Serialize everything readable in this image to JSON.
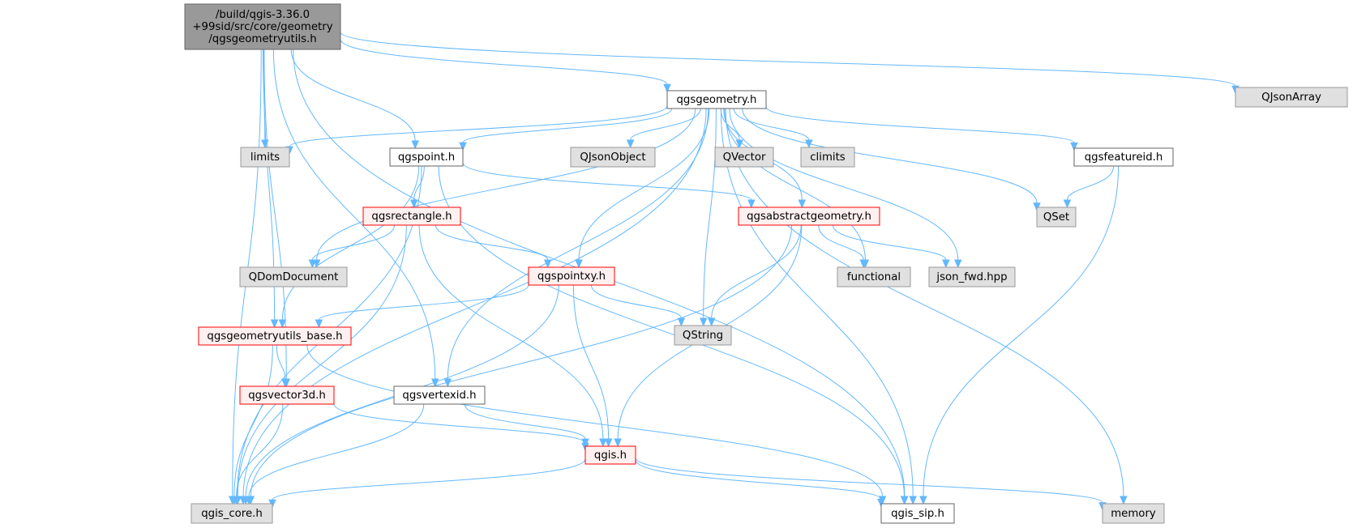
{
  "colors": {
    "edge": "#63b8ff",
    "root_fill": "#999999",
    "root_border": "#666666",
    "plain_fill": "#ffffff",
    "plain_border": "#666666",
    "external_fill": "#e0e0e0",
    "external_border": "#999999",
    "incomplete_fill": "#fff0f0",
    "incomplete_border": "#ff0000"
  },
  "nodes": [
    {
      "id": "root",
      "kind": "root",
      "lines": [
        "/build/qgis-3.36.0",
        "+99sid/src/core/geometry",
        "/qgsgeometryutils.h"
      ]
    },
    {
      "id": "qgsgeometry",
      "kind": "plain",
      "lines": [
        "qgsgeometry.h"
      ]
    },
    {
      "id": "QJsonArray",
      "kind": "external",
      "lines": [
        "QJsonArray"
      ]
    },
    {
      "id": "limits",
      "kind": "external",
      "lines": [
        "limits"
      ]
    },
    {
      "id": "qgspoint",
      "kind": "plain",
      "lines": [
        "qgspoint.h"
      ]
    },
    {
      "id": "QJsonObject",
      "kind": "external",
      "lines": [
        "QJsonObject"
      ]
    },
    {
      "id": "QVector",
      "kind": "external",
      "lines": [
        "QVector"
      ]
    },
    {
      "id": "climits",
      "kind": "external",
      "lines": [
        "climits"
      ]
    },
    {
      "id": "qgsfeatureid",
      "kind": "plain",
      "lines": [
        "qgsfeatureid.h"
      ]
    },
    {
      "id": "QSet",
      "kind": "external",
      "lines": [
        "QSet"
      ]
    },
    {
      "id": "qgsrectangle",
      "kind": "incomplete",
      "lines": [
        "qgsrectangle.h"
      ]
    },
    {
      "id": "qgsabstractgeometry",
      "kind": "incomplete",
      "lines": [
        "qgsabstractgeometry.h"
      ]
    },
    {
      "id": "QDomDocument",
      "kind": "external",
      "lines": [
        "QDomDocument"
      ]
    },
    {
      "id": "qgspointxy",
      "kind": "incomplete",
      "lines": [
        "qgspointxy.h"
      ]
    },
    {
      "id": "functional",
      "kind": "external",
      "lines": [
        "functional"
      ]
    },
    {
      "id": "json_fwd",
      "kind": "external",
      "lines": [
        "json_fwd.hpp"
      ]
    },
    {
      "id": "qgsgeometryutils_base",
      "kind": "incomplete",
      "lines": [
        "qgsgeometryutils_base.h"
      ]
    },
    {
      "id": "QString",
      "kind": "external",
      "lines": [
        "QString"
      ]
    },
    {
      "id": "qgsvector3d",
      "kind": "incomplete",
      "lines": [
        "qgsvector3d.h"
      ]
    },
    {
      "id": "qgsvertexid",
      "kind": "plain",
      "lines": [
        "qgsvertexid.h"
      ]
    },
    {
      "id": "qgis",
      "kind": "incomplete",
      "lines": [
        "qgis.h"
      ]
    },
    {
      "id": "qgis_core",
      "kind": "external",
      "lines": [
        "qgis_core.h"
      ]
    },
    {
      "id": "qgis_sip",
      "kind": "plain",
      "lines": [
        "qgis_sip.h"
      ]
    },
    {
      "id": "memory",
      "kind": "external",
      "lines": [
        "memory"
      ]
    }
  ],
  "edges": [
    [
      "root",
      "qgis_core"
    ],
    [
      "root",
      "qgsvector3d"
    ],
    [
      "root",
      "qgsgeometryutils_base"
    ],
    [
      "root",
      "qgsvertexid"
    ],
    [
      "root",
      "limits"
    ],
    [
      "root",
      "qgspoint"
    ],
    [
      "root",
      "qgsgeometry"
    ],
    [
      "root",
      "qgis_sip"
    ],
    [
      "root",
      "QJsonArray"
    ],
    [
      "qgsgeometry",
      "limits"
    ],
    [
      "qgsgeometry",
      "qgspoint"
    ],
    [
      "qgsgeometry",
      "QDomDocument"
    ],
    [
      "qgsgeometry",
      "qgis_core"
    ],
    [
      "qgsgeometry",
      "qgsvertexid"
    ],
    [
      "qgsgeometry",
      "qgspointxy"
    ],
    [
      "qgsgeometry",
      "QJsonObject"
    ],
    [
      "qgsgeometry",
      "QString"
    ],
    [
      "qgsgeometry",
      "QVector"
    ],
    [
      "qgsgeometry",
      "climits"
    ],
    [
      "qgsgeometry",
      "qgsabstractgeometry"
    ],
    [
      "qgsgeometry",
      "functional"
    ],
    [
      "qgsgeometry",
      "json_fwd"
    ],
    [
      "qgsgeometry",
      "qgis_sip"
    ],
    [
      "qgsgeometry",
      "QSet"
    ],
    [
      "qgsgeometry",
      "qgsfeatureid"
    ],
    [
      "qgsgeometry",
      "memory"
    ],
    [
      "qgspoint",
      "qgis_core"
    ],
    [
      "qgspoint",
      "qgsgeometryutils_base"
    ],
    [
      "qgspoint",
      "qgsrectangle"
    ],
    [
      "qgspoint",
      "qgsabstractgeometry"
    ],
    [
      "qgspoint",
      "qgis_sip"
    ],
    [
      "qgsfeatureid",
      "QSet"
    ],
    [
      "qgsfeatureid",
      "qgis_sip"
    ],
    [
      "qgsrectangle",
      "QDomDocument"
    ],
    [
      "qgsrectangle",
      "qgis_core"
    ],
    [
      "qgsrectangle",
      "qgspointxy"
    ],
    [
      "qgsrectangle",
      "qgis"
    ],
    [
      "qgsabstractgeometry",
      "QString"
    ],
    [
      "qgsabstractgeometry",
      "functional"
    ],
    [
      "qgsabstractgeometry",
      "json_fwd"
    ],
    [
      "qgsabstractgeometry",
      "qgis"
    ],
    [
      "qgsabstractgeometry",
      "qgis_core"
    ],
    [
      "qgspointxy",
      "qgsgeometryutils_base"
    ],
    [
      "qgspointxy",
      "QString"
    ],
    [
      "qgspointxy",
      "qgis"
    ],
    [
      "qgspointxy",
      "qgis_core"
    ],
    [
      "qgsgeometryutils_base",
      "qgsvector3d"
    ],
    [
      "qgsgeometryutils_base",
      "qgis_core"
    ],
    [
      "qgsgeometryutils_base",
      "qgis_sip"
    ],
    [
      "qgsvector3d",
      "qgis_core"
    ],
    [
      "qgsvector3d",
      "qgis"
    ],
    [
      "qgsvertexid",
      "qgis_core"
    ],
    [
      "qgsvertexid",
      "qgis"
    ],
    [
      "qgis",
      "qgis_core"
    ],
    [
      "qgis",
      "qgis_sip"
    ],
    [
      "qgis",
      "memory"
    ]
  ]
}
